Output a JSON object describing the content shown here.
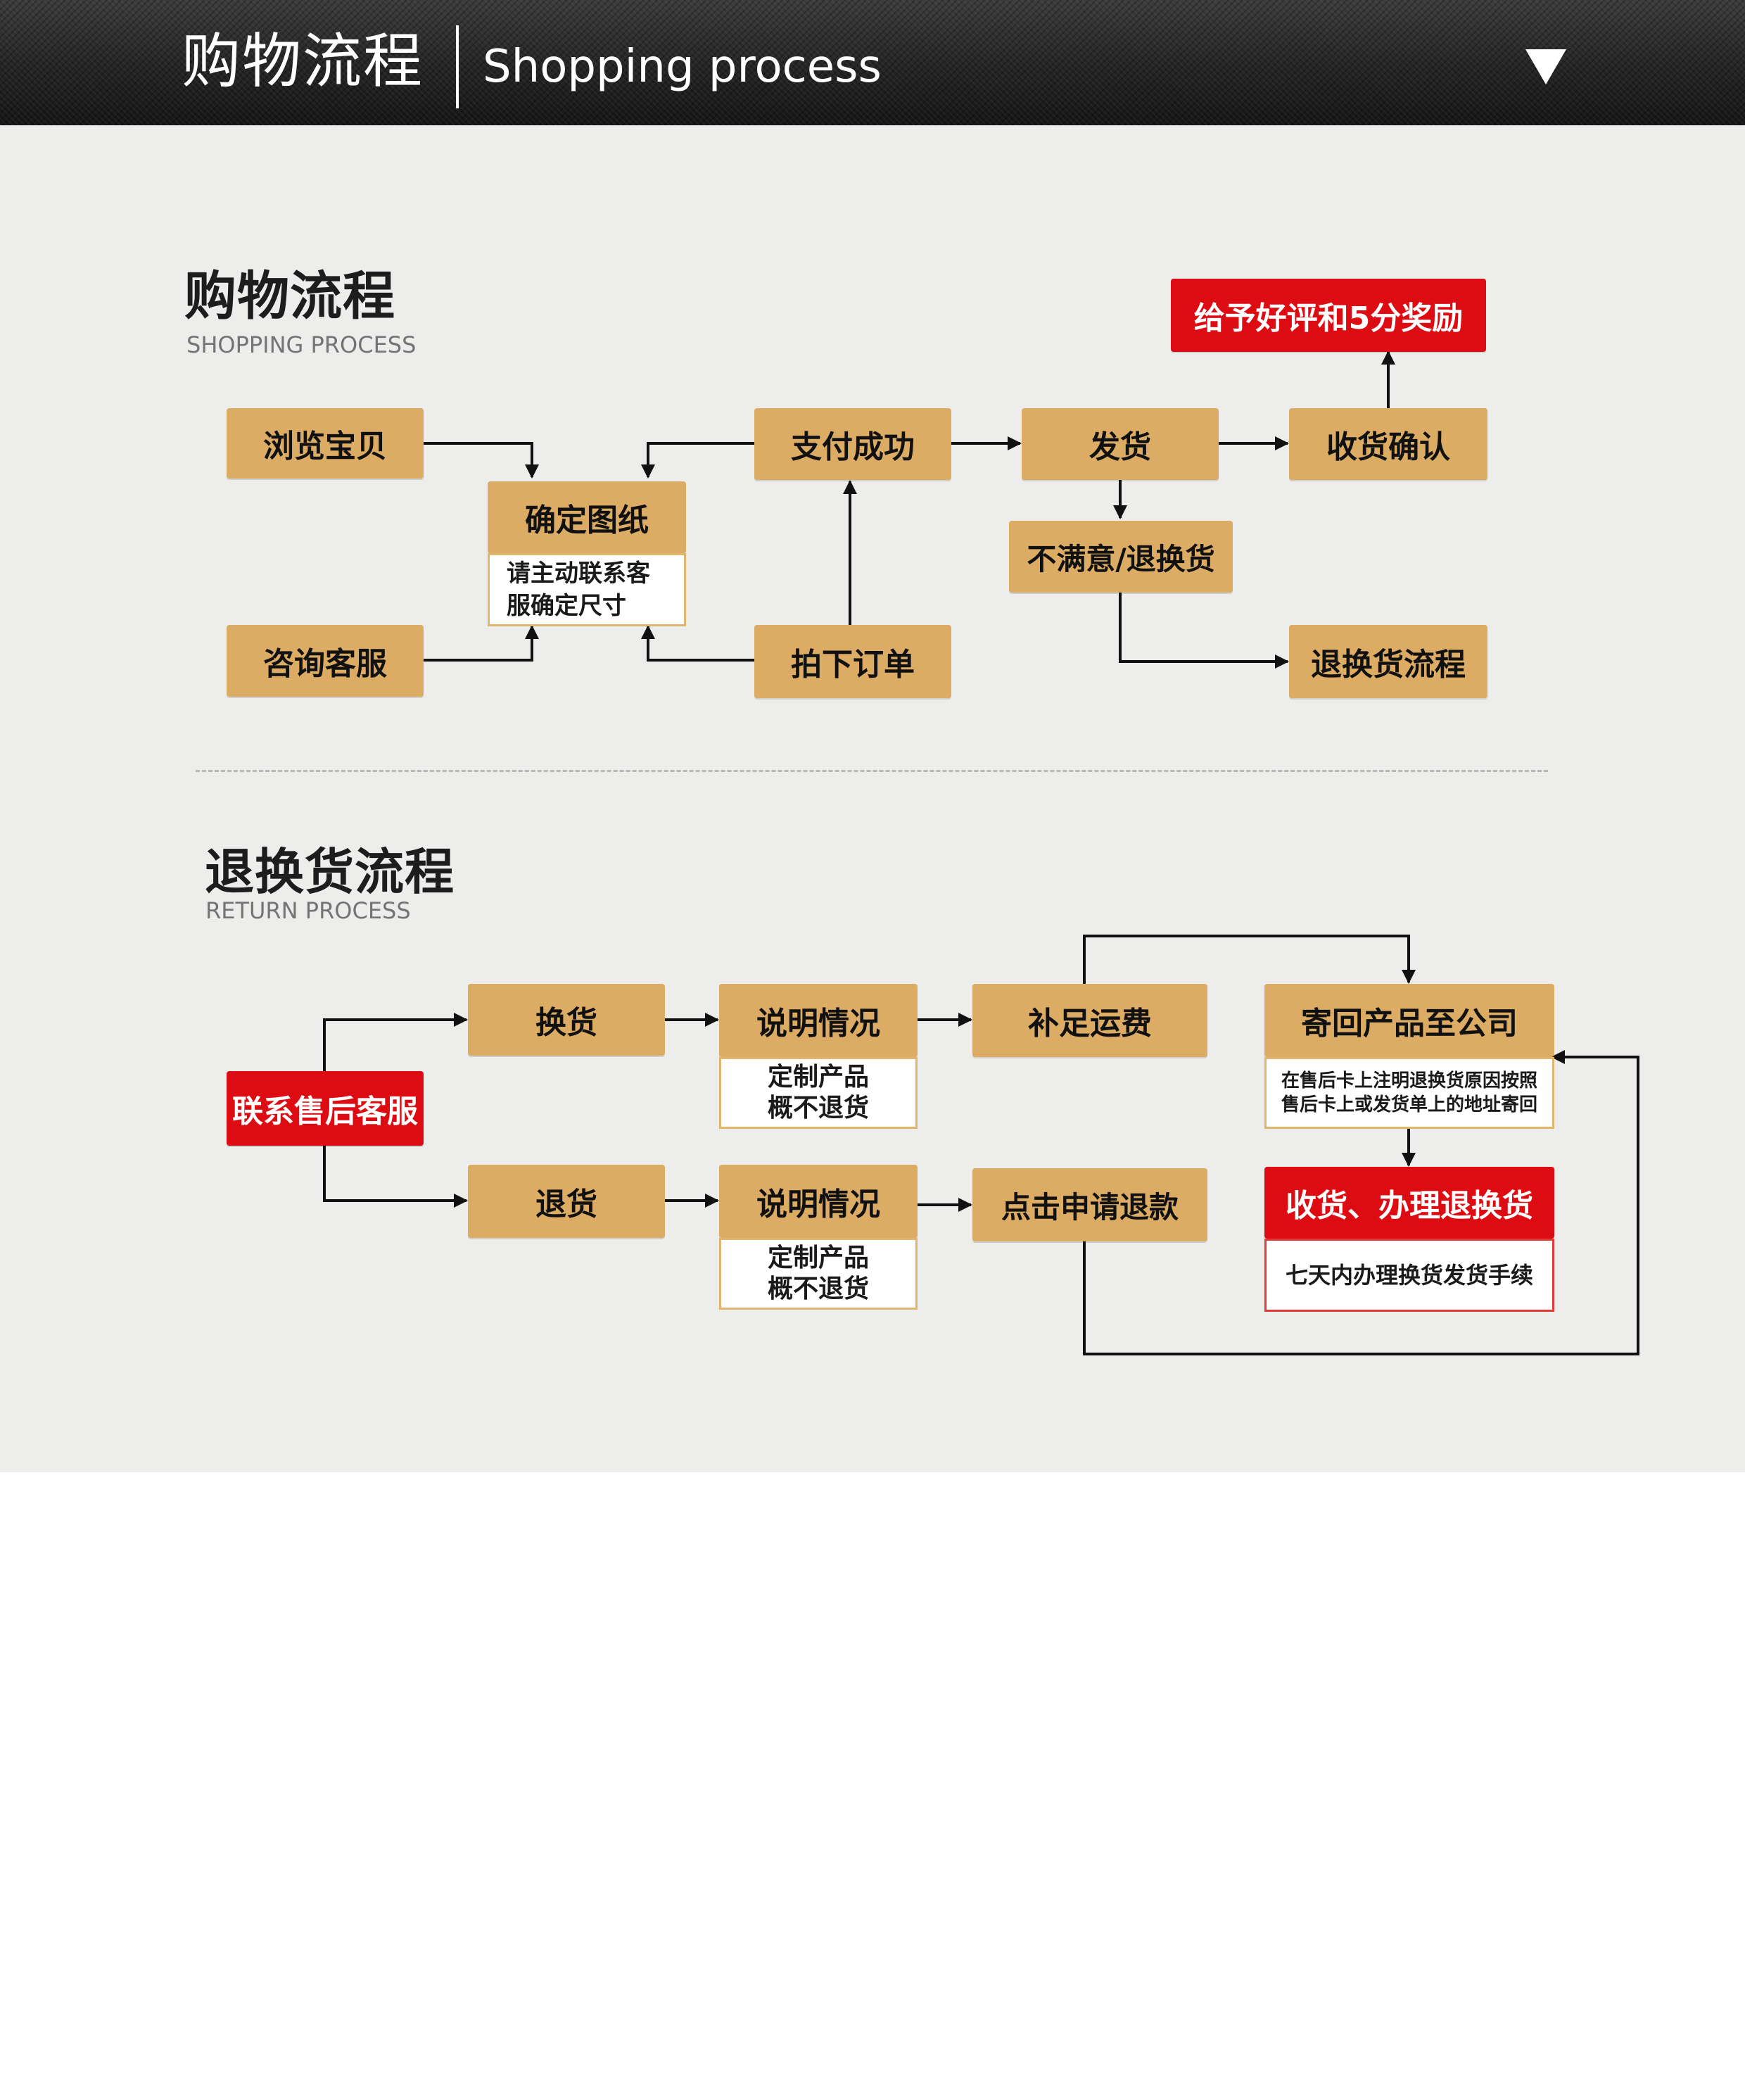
{
  "header": {
    "title": "购物流程",
    "subtitle": "Shopping process"
  },
  "shopping": {
    "title": "购物流程",
    "subtitle": "SHOPPING PROCESS",
    "browse": "浏览宝贝",
    "consult": "咨询客服",
    "confirm_drawing": "确定图纸",
    "confirm_note": [
      "请主动联系客",
      "服确定尺寸"
    ],
    "pay_success": "支付成功",
    "place_order": "拍下订单",
    "ship": "发货",
    "unsatisfied": "不满意/退换货",
    "receive_confirm": "收货确认",
    "reward": "给予好评和5分奖励",
    "return_flow": "退换货流程"
  },
  "returns": {
    "title": "退换货流程",
    "subtitle": "RETURN PROCESS",
    "contact": "联系售后客服",
    "exchange": "换货",
    "refund": "退货",
    "explain_1": "说明情况",
    "explain_2": "说明情况",
    "custom_note_1": [
      "定制产品",
      "概不退货"
    ],
    "custom_note_2": [
      "定制产品",
      "概不退货"
    ],
    "pay_shipping": "补足运费",
    "apply_refund": "点击申请退款",
    "send_back": "寄回产品至公司",
    "send_back_note": [
      "在售后卡上注明退换货原因按照",
      "售后卡上或发货单上的地址寄回"
    ],
    "receive_process": "收货、办理退换货",
    "receive_note": "七天内办理换货发货手续"
  }
}
